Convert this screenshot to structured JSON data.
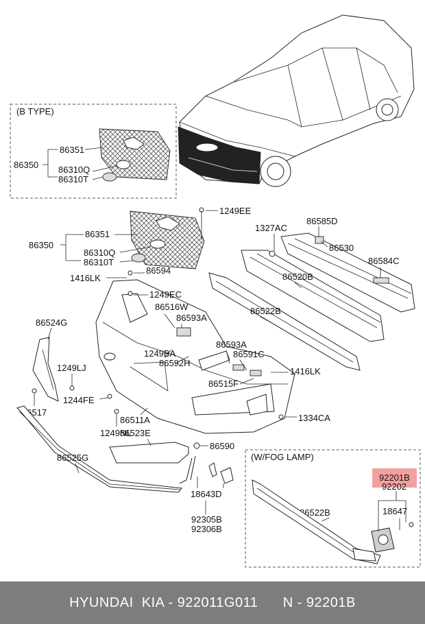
{
  "boxes": {
    "b_type": "(B TYPE)",
    "fog_lamp": "(W/FOG LAMP)"
  },
  "labels": {
    "b86351": "86351",
    "b86350": "86350",
    "b86310q": "86310Q",
    "b86310t": "86310T",
    "m1249ee": "1249EE",
    "m86351": "86351",
    "m86350": "86350",
    "m86310q": "86310Q",
    "m86310t": "86310T",
    "m1327ac": "1327AC",
    "m86585d": "86585D",
    "m86530": "86530",
    "m86584c": "86584C",
    "m86594": "86594",
    "m1416lk_a": "1416LK",
    "m86520b": "86520B",
    "m1249ec": "1249EC",
    "m86516w": "86516W",
    "m86593a_a": "86593A",
    "m86522b": "86522B",
    "m86524g": "86524G",
    "m86593a_b": "86593A",
    "m1249ba": "1249BA",
    "m86591c": "86591C",
    "m86592h": "86592H",
    "m1416lk_b": "1416LK",
    "m1249lj": "1249LJ",
    "m86515f": "86515F",
    "m1244fe": "1244FE",
    "m86517": "86517",
    "m86511a": "86511A",
    "m1334ca": "1334CA",
    "m1249nl": "1249NL",
    "m86523e": "86523E",
    "m86590": "86590",
    "m86525g": "86525G",
    "m18643d": "18643D",
    "m92305b": "92305B",
    "m92306b": "92306B",
    "f92201b": "92201B",
    "f92202": "92202",
    "f18647": "18647",
    "f86522b": "86522B"
  },
  "highlight_color": "#f3a0a0",
  "footer": {
    "text": "HYUNDAI  KIA - 922011G011      N - 92201B"
  }
}
